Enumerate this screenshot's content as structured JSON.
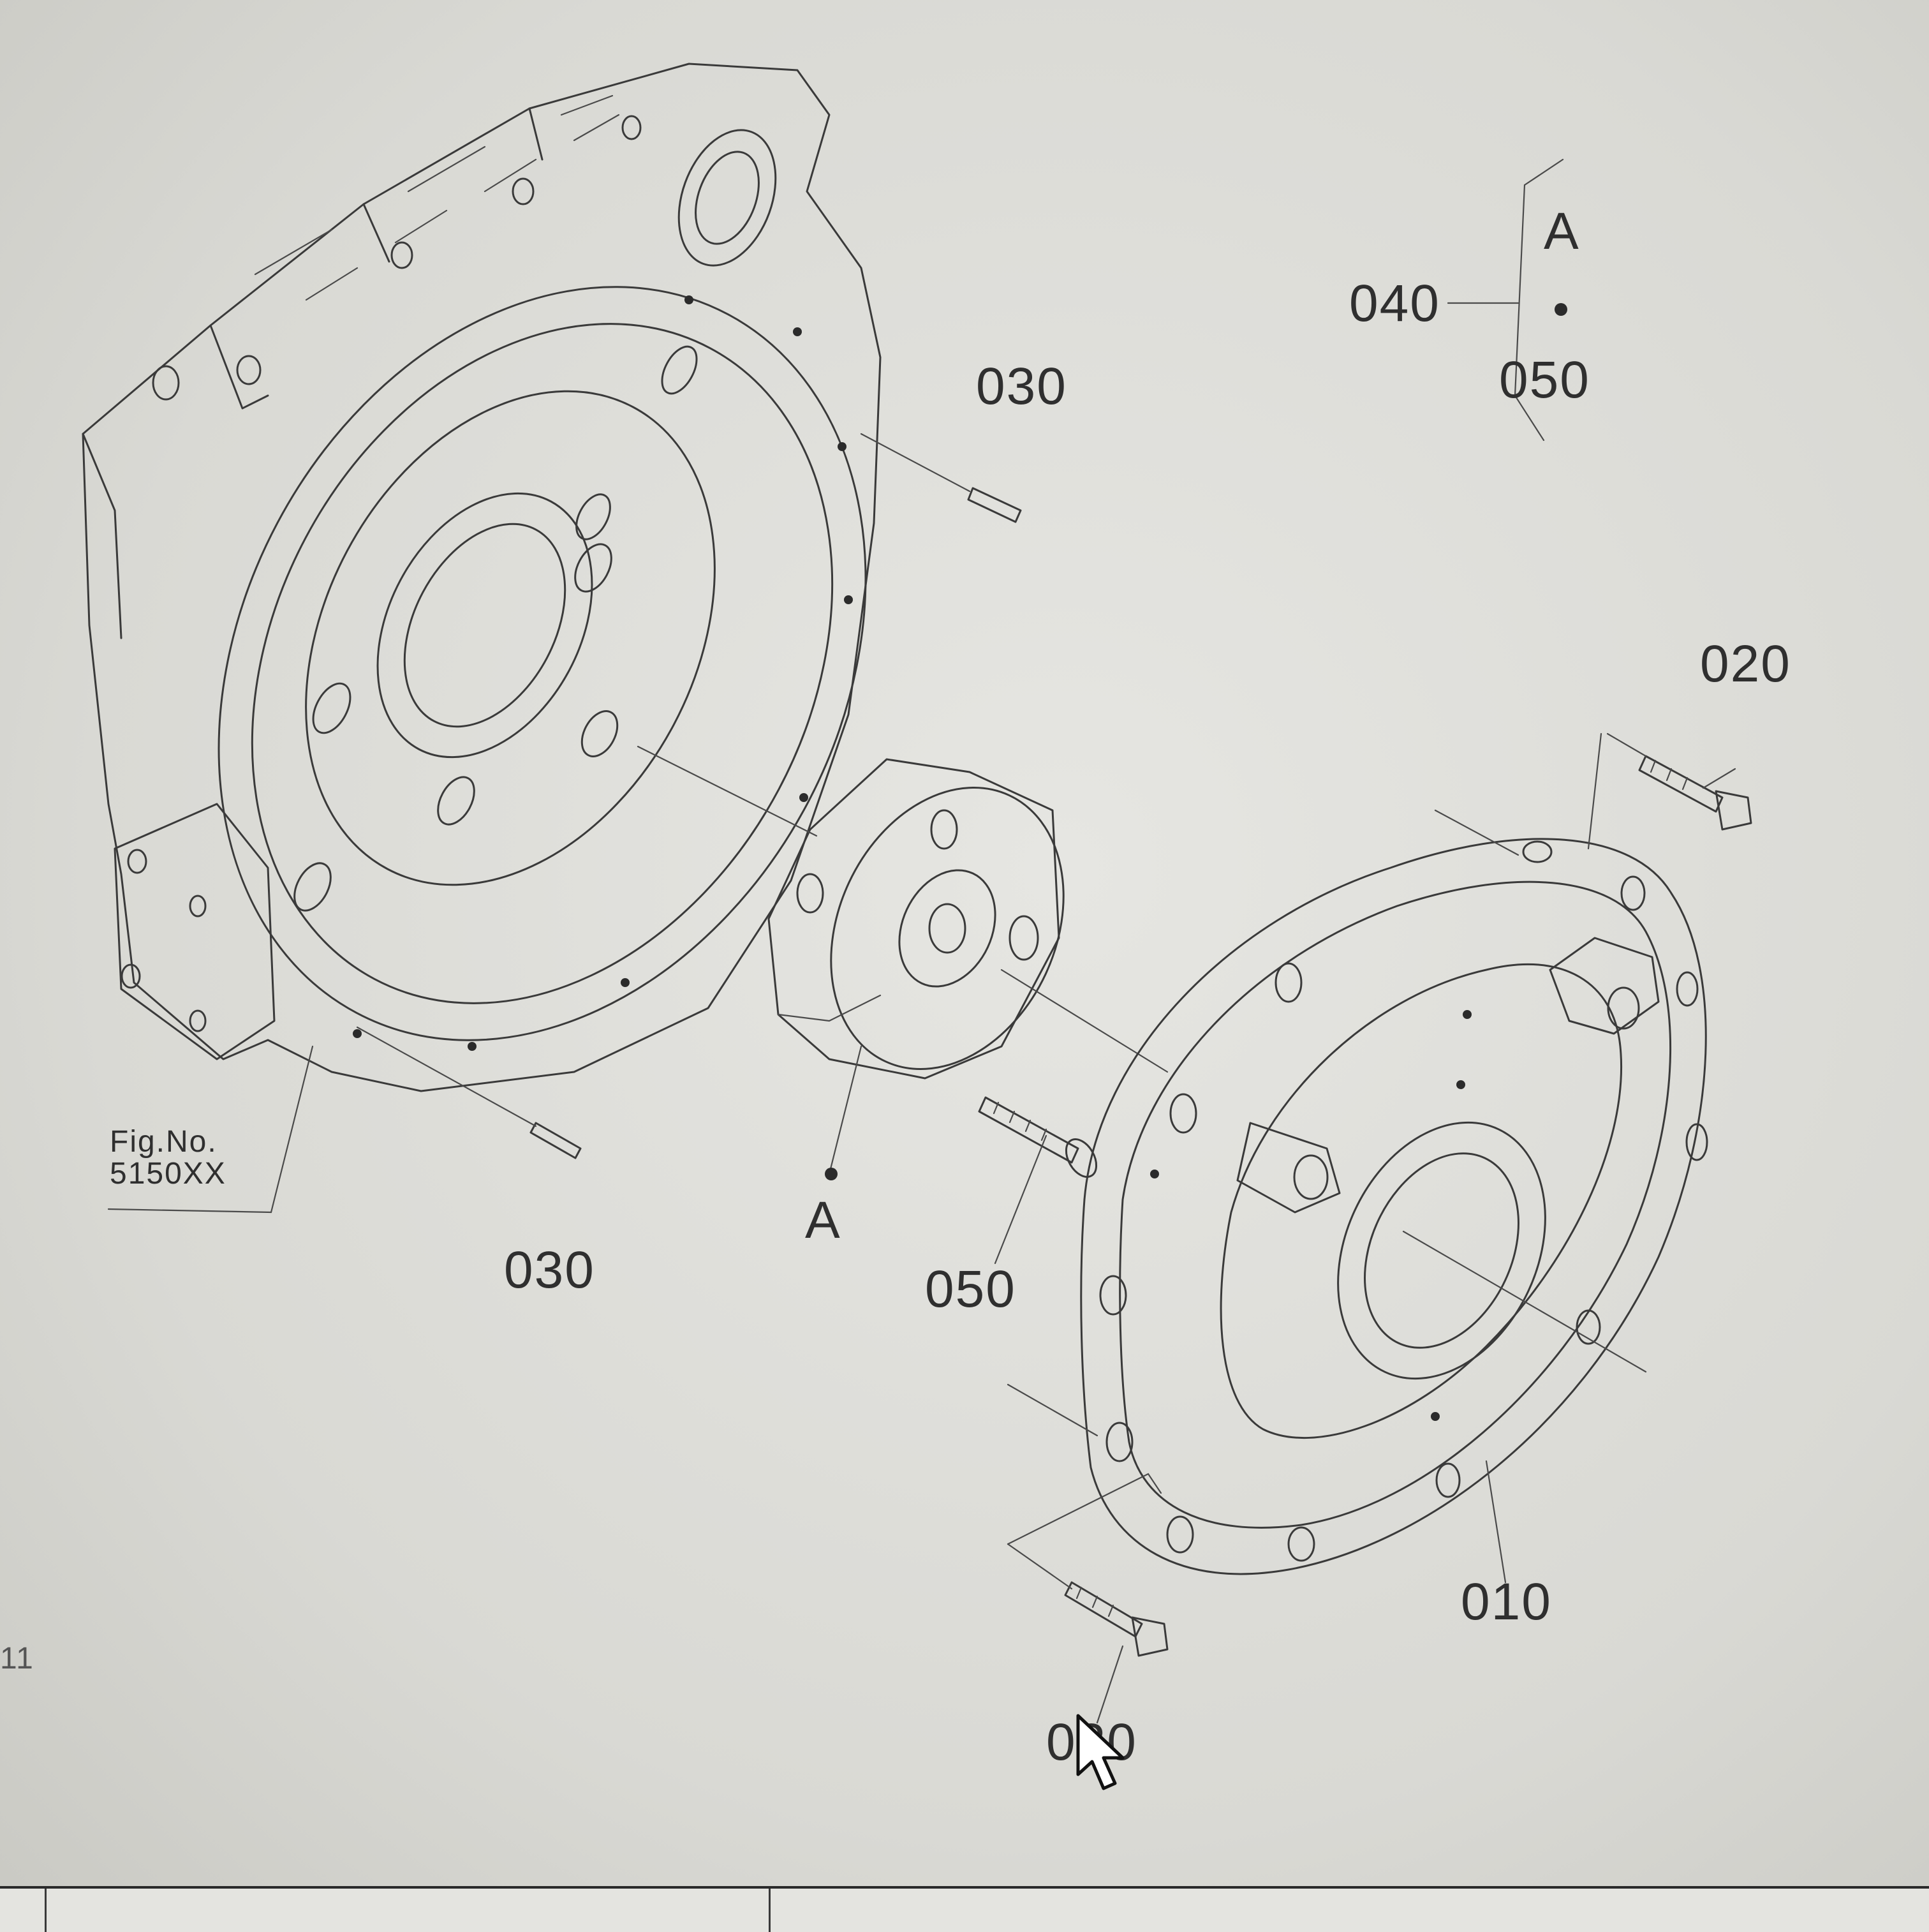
{
  "diagram": {
    "figure_ref": {
      "line1": "Fig.No.",
      "line2": "5150XX"
    },
    "callouts": {
      "part_030_upper": "030",
      "part_030_lower": "030",
      "part_020_upper": "020",
      "part_020_lower": "020",
      "part_010": "010",
      "part_050": "050",
      "ref_a_lower": "A",
      "legend_a": "A",
      "legend_040": "040",
      "legend_050": "050"
    },
    "margin_mark": "11"
  },
  "icons": {
    "cursor": "arrow-pointer-icon"
  },
  "colors": {
    "line": "#3a3a3a",
    "paper": "#dcdcd7"
  }
}
